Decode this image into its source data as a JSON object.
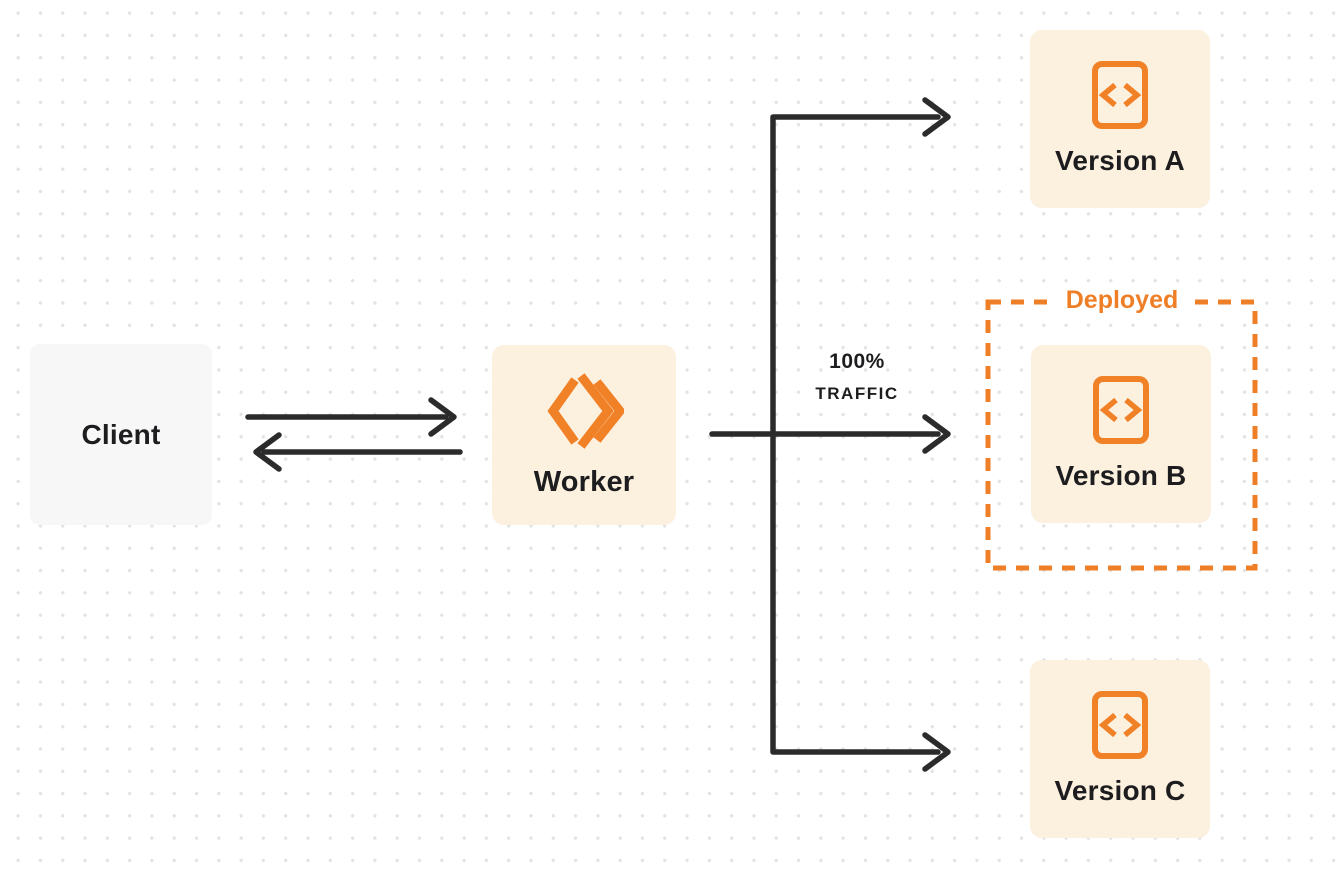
{
  "nodes": {
    "client": {
      "label": "Client"
    },
    "worker": {
      "label": "Worker",
      "icon": "workers-logo-icon"
    },
    "versions": [
      {
        "id": "version-a",
        "label": "Version A",
        "icon": "code-file-icon"
      },
      {
        "id": "version-b",
        "label": "Version B",
        "icon": "code-file-icon"
      },
      {
        "id": "version-c",
        "label": "Version C",
        "icon": "code-file-icon"
      }
    ]
  },
  "annotations": {
    "deployed_label": "Deployed",
    "traffic_label_line1": "100%",
    "traffic_label_line2": "TRAFFIC"
  },
  "colors": {
    "accent_orange": "#EF7F27",
    "node_cream_bg": "#FCF0DF",
    "client_gray_bg": "#F7F7F8",
    "arrow_dark": "#2B2B2B",
    "text_dark": "#1D1D1F",
    "dot_grid_gray": "#E3E3E3",
    "background": "#FFFFFF"
  }
}
